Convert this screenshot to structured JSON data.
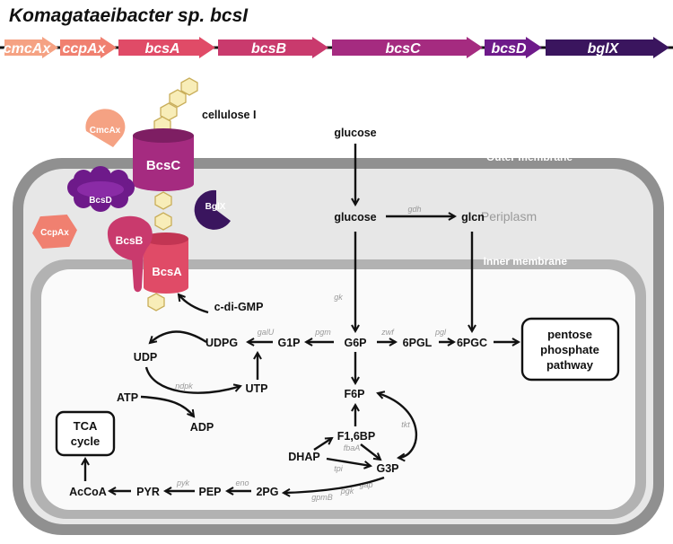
{
  "title": "Komagataeibacter sp. bcsI",
  "genes": [
    {
      "label": "cmcAx",
      "color": "#F5A283"
    },
    {
      "label": "ccpAx",
      "color": "#F08070"
    },
    {
      "label": "bcsA",
      "color": "#E04B67"
    },
    {
      "label": "bcsB",
      "color": "#C93A6D"
    },
    {
      "label": "bcsC",
      "color": "#A52B80"
    },
    {
      "label": "bcsD",
      "color": "#6E1A8A"
    },
    {
      "label": "bglX",
      "color": "#3A155E"
    }
  ],
  "membranes": {
    "outer": "Outer membrane",
    "inner": "Inner membrane"
  },
  "compartments": {
    "periplasm": "Periplasm"
  },
  "proteins": {
    "cmcax": "CmcAx",
    "bcsc": "BcsC",
    "bcsd": "BcsD",
    "ccpax": "CcpAx",
    "bglx": "BglX",
    "bcsb": "BcsB",
    "bcsa": "BcsA"
  },
  "metabolites": {
    "cellulose": "cellulose I",
    "glucose_out": "glucose",
    "glucose_peri": "glucose",
    "glcn": "glcn",
    "cdigmp": "c-di-GMP",
    "udpg": "UDPG",
    "g1p": "G1P",
    "g6p": "G6P",
    "pgl6": "6PGL",
    "pgc6": "6PGC",
    "udp": "UDP",
    "utp": "UTP",
    "atp": "ATP",
    "adp": "ADP",
    "f6p": "F6P",
    "f16bp": "F1,6BP",
    "dhap": "DHAP",
    "g3p": "G3P",
    "pg2": "2PG",
    "pep": "PEP",
    "pyr": "PYR",
    "accoa": "AcCoA"
  },
  "boxes": {
    "ppp": [
      "pentose",
      "phosphate",
      "pathway"
    ],
    "tca": [
      "TCA",
      "cycle"
    ]
  },
  "enzymes": {
    "gdh": "gdh",
    "gk": "gk",
    "galU": "galU",
    "pgm": "pgm",
    "zwf": "zwf",
    "pgl": "pgl",
    "ndpk": "ndpk",
    "tkt": "tkt",
    "fbaA": "fbaA",
    "tpi": "tpi",
    "gap": "gap",
    "pgk": "pgk",
    "gpmB": "gpmB",
    "eno": "eno",
    "pyk": "pyk"
  }
}
